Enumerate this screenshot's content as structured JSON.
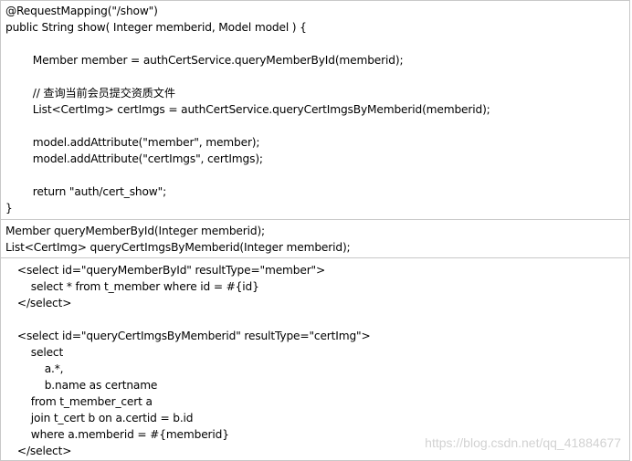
{
  "controller_code": [
    "@RequestMapping(\"/show\")",
    "public String show( Integer memberid, Model model ) {",
    "",
    "        Member member = authCertService.queryMemberById(memberid);",
    "",
    "        // 查询当前会员提交资质文件",
    "        List<CertImg> certImgs = authCertService.queryCertImgsByMemberid(memberid);",
    "",
    "        model.addAttribute(\"member\", member);",
    "        model.addAttribute(\"certImgs\", certImgs);",
    "",
    "        return \"auth/cert_show\";",
    "}"
  ],
  "mapper_code": [
    "Member queryMemberById(Integer memberid);",
    "List<CertImg> queryCertImgsByMemberid(Integer memberid);"
  ],
  "xml_code": [
    "    <select id=\"queryMemberById\" resultType=\"member\">",
    "        select * from t_member where id = #{id}",
    "    </select>",
    "",
    "    <select id=\"queryCertImgsByMemberid\" resultType=\"certImg\">",
    "        select",
    "            a.*,",
    "            b.name as certname",
    "        from t_member_cert a",
    "        join t_cert b on a.certid = b.id",
    "        where a.memberid = #{memberid}",
    "    </select>"
  ],
  "watermark": "https://blog.csdn.net/qq_41884677"
}
